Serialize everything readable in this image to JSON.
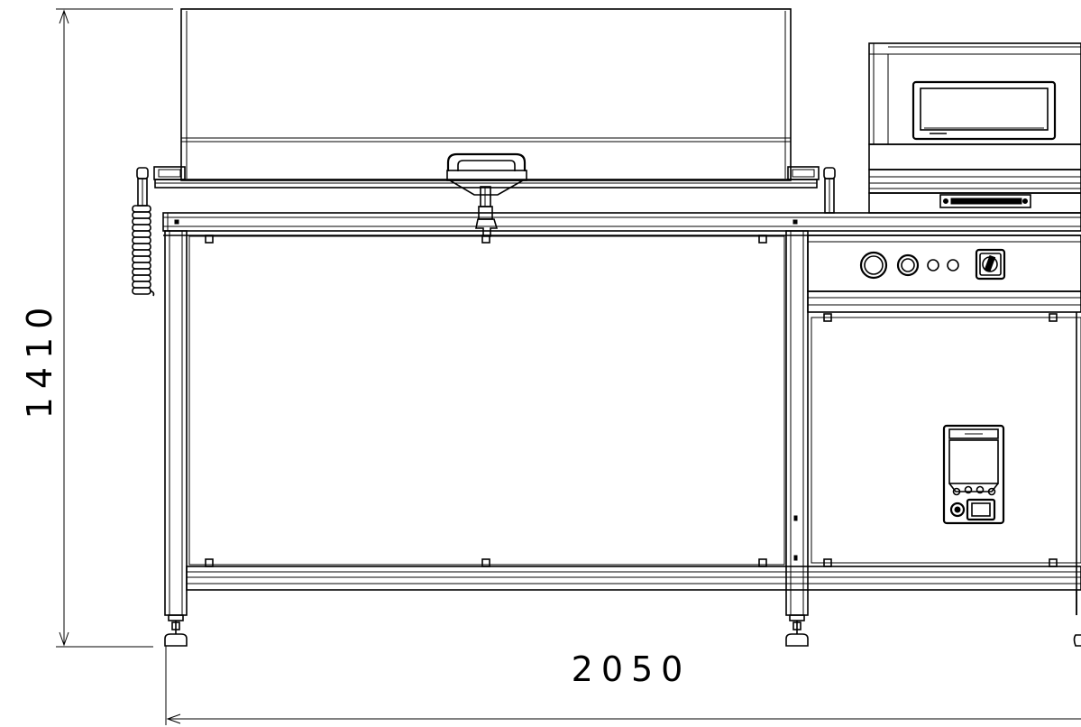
{
  "drawing": {
    "view": "front elevation",
    "dimensions": {
      "height": {
        "value": "1410"
      },
      "width": {
        "value": "2050"
      }
    },
    "colors": {
      "line": "#000000",
      "background": "#ffffff"
    }
  }
}
